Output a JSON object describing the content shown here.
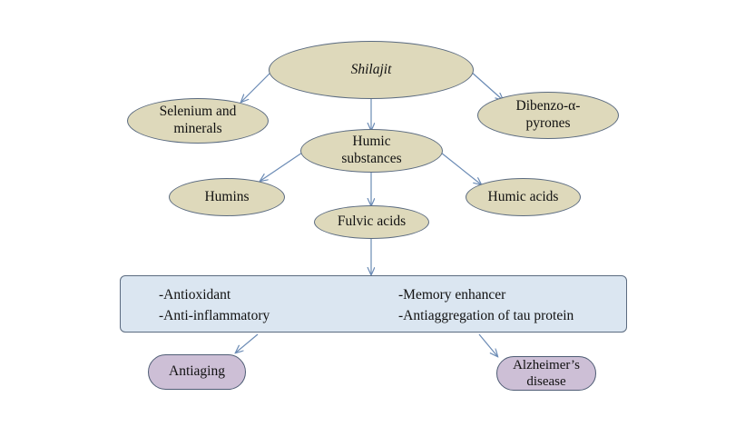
{
  "nodes": {
    "shilajit": "Shilajit",
    "selenium_line1": "Selenium and",
    "selenium_line2": "minerals",
    "dibenzo_line1": "Dibenzo-α-",
    "dibenzo_line2": "pyrones",
    "humic_substances_line1": "Humic",
    "humic_substances_line2": "substances",
    "humins": "Humins",
    "humic_acids": "Humic acids",
    "fulvic_acids": "Fulvic acids"
  },
  "effects": {
    "left": [
      "-Antioxidant",
      "-Anti-inflammatory"
    ],
    "right": [
      "-Memory enhancer",
      "-Antiaggregation of tau protein"
    ]
  },
  "outcomes": {
    "antiaging": "Antiaging",
    "alzheimers_line1": "Alzheimer’s",
    "alzheimers_line2": "disease"
  },
  "colors": {
    "ellipse_fill": "#ded9bb",
    "box_fill": "#dbe6f1",
    "pill_fill": "#cdbfd6",
    "arrow": "#6b8bb5"
  }
}
